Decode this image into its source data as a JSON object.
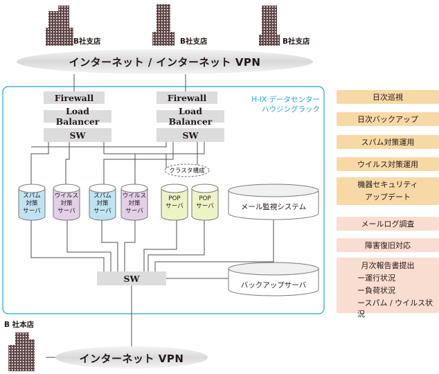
{
  "branch_offices": [
    "B社支店",
    "B社支店",
    "B社支店"
  ],
  "internet_vpn_top": "インターネット / インターネット VPN",
  "datacenter_label": [
    "H-IX データセンター",
    "ハウジングラック"
  ],
  "stack_left": {
    "firewall": "Firewall",
    "load_balancer": "Load Balancer",
    "switch": "SW"
  },
  "stack_right": {
    "firewall": "Firewall",
    "load_balancer": "Load Balancer",
    "switch": "SW"
  },
  "cluster_label": "クラスタ構成",
  "servers": [
    {
      "lines": [
        "スパム",
        "対策",
        "サーバ"
      ],
      "color": "#bfe3f2"
    },
    {
      "lines": [
        "ウイルス",
        "対策",
        "サーバ"
      ],
      "color": "#e3cfe8"
    },
    {
      "lines": [
        "スパム",
        "対策",
        "サーバ"
      ],
      "color": "#bfe3f2"
    },
    {
      "lines": [
        "ウイルス",
        "対策",
        "サーバ"
      ],
      "color": "#e3cfe8"
    },
    {
      "lines": [
        "POP",
        "サーバ"
      ],
      "color": "#eef3c6"
    },
    {
      "lines": [
        "POP",
        "サーバ"
      ],
      "color": "#eef3c6"
    }
  ],
  "mail_monitoring": "メール監視システム",
  "core_switch": "SW",
  "backup_server": "バックアップサーバ",
  "headquarters": "B 社本店",
  "internet_vpn_bottom": "インターネット VPN",
  "services": [
    {
      "label": "日次巡視",
      "style": "orange"
    },
    {
      "label": "日次バックアップ",
      "style": "orange"
    },
    {
      "label": "スパム対策運用",
      "style": "orange"
    },
    {
      "label": "ウイルス対策運用",
      "style": "orange"
    },
    {
      "label": [
        "機器セキュリティ",
        "アップデート"
      ],
      "style": "orange"
    },
    {
      "label": "メールログ調査",
      "style": "pink"
    },
    {
      "label": "障害復旧対応",
      "style": "pink"
    }
  ],
  "monthly_report": {
    "title": "月次報告書提出",
    "items": [
      "ー運行状況",
      "ー負荷状況",
      "ースパム / ウイルス状況"
    ]
  },
  "colors": {
    "datacenter_border": "#1ea1d8",
    "device_gray": "#dcdcdd",
    "service_orange": "#f7d9a6",
    "service_pink": "#f9ddd0"
  }
}
